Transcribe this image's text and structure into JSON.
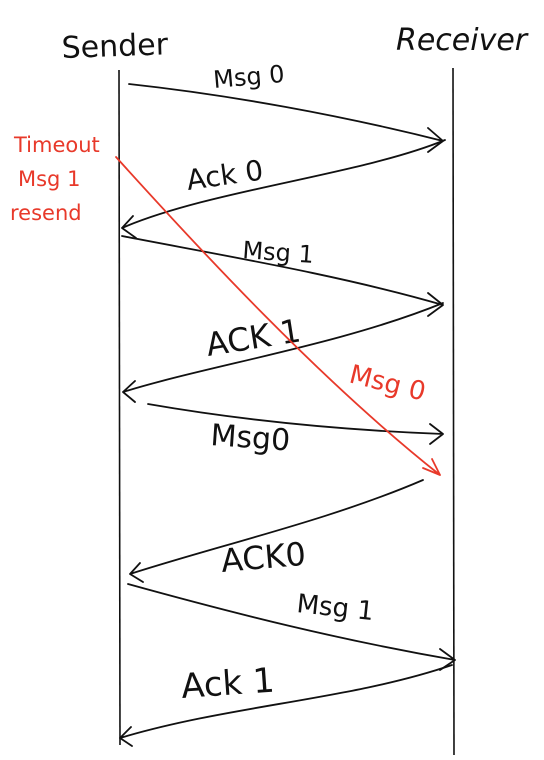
{
  "participants": {
    "sender": "Sender",
    "receiver": "Receiver"
  },
  "messages": [
    {
      "label": "Msg 0",
      "direction": "to-receiver"
    },
    {
      "label": "Ack 0",
      "direction": "to-sender"
    },
    {
      "label": "Msg 1",
      "direction": "to-receiver"
    },
    {
      "label": "ACK 1",
      "direction": "to-sender"
    },
    {
      "label": "Msg0",
      "direction": "to-receiver"
    },
    {
      "label": "ACK0",
      "direction": "to-sender"
    },
    {
      "label": "Msg 1",
      "direction": "to-receiver"
    },
    {
      "label": "Ack 1",
      "direction": "to-sender"
    }
  ],
  "timeout_note": {
    "lines": [
      "Timeout",
      "Msg 1",
      "resend"
    ],
    "resent_label": "Msg 0",
    "color": "#e8392a"
  },
  "colors": {
    "ink": "#111111",
    "annotation": "#e8392a"
  }
}
